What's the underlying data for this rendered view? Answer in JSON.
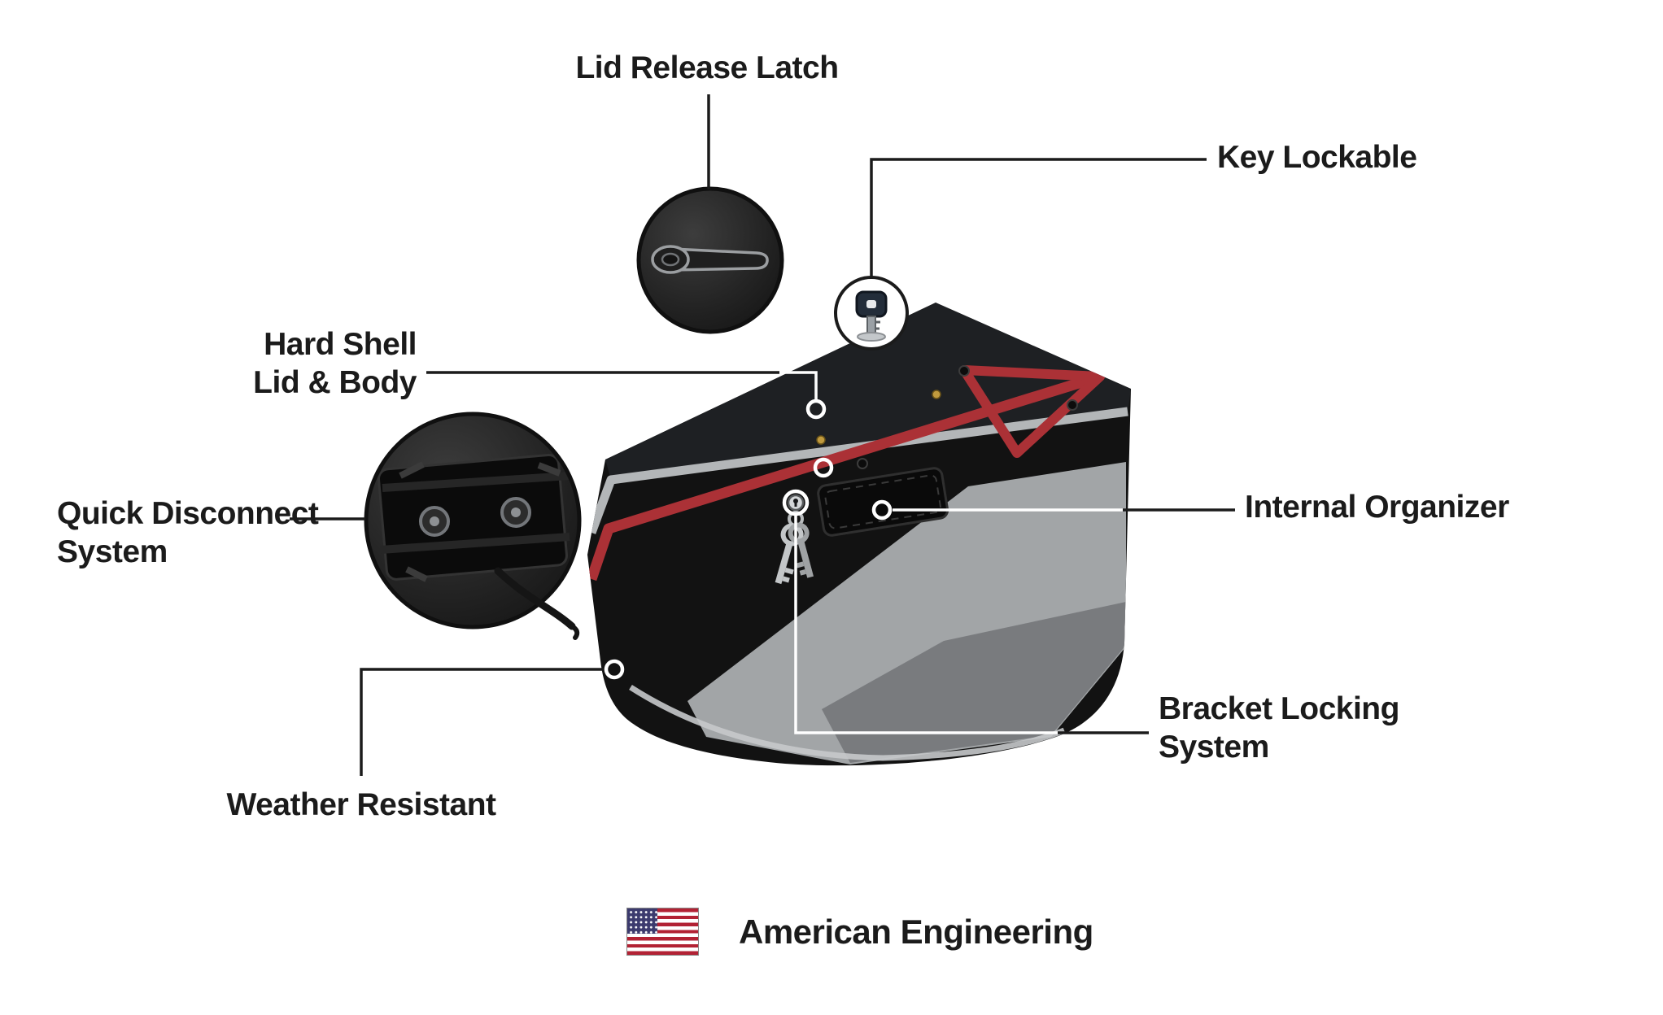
{
  "diagram": {
    "subject": "hard-shell motorcycle saddlebag feature diagram",
    "callouts": {
      "lid_release_latch": {
        "label": "Lid Release Latch"
      },
      "key_lockable": {
        "label": "Key Lockable"
      },
      "hard_shell": {
        "line1": "Hard Shell",
        "line2": "Lid & Body"
      },
      "quick_disconnect": {
        "line1": "Quick Disconnect",
        "line2": "System"
      },
      "internal_organizer": {
        "label": "Internal Organizer"
      },
      "weather_resistant": {
        "label": "Weather Resistant"
      },
      "bracket_locking": {
        "line1": "Bracket Locking",
        "line2": "System"
      }
    },
    "footer": {
      "label": "American Engineering"
    },
    "icons": {
      "flag": "us-flag-icon",
      "key": "key-icon",
      "latch_inset": "lid-latch-photo-icon",
      "quick_disconnect_inset": "quick-disconnect-photo-icon",
      "lock": "lock-keyhole-icon",
      "keys": "hanging-keys-icon"
    },
    "colors": {
      "accent_red": "#ab3136",
      "trim_gray": "#b3b6b8",
      "bag_black": "#121212",
      "reflection_gray": "#a2a5a7",
      "callout_line": "#1b1b1b",
      "flag_red": "#b22234",
      "flag_blue": "#3c3b6e",
      "text": "#1b1b1b"
    }
  }
}
